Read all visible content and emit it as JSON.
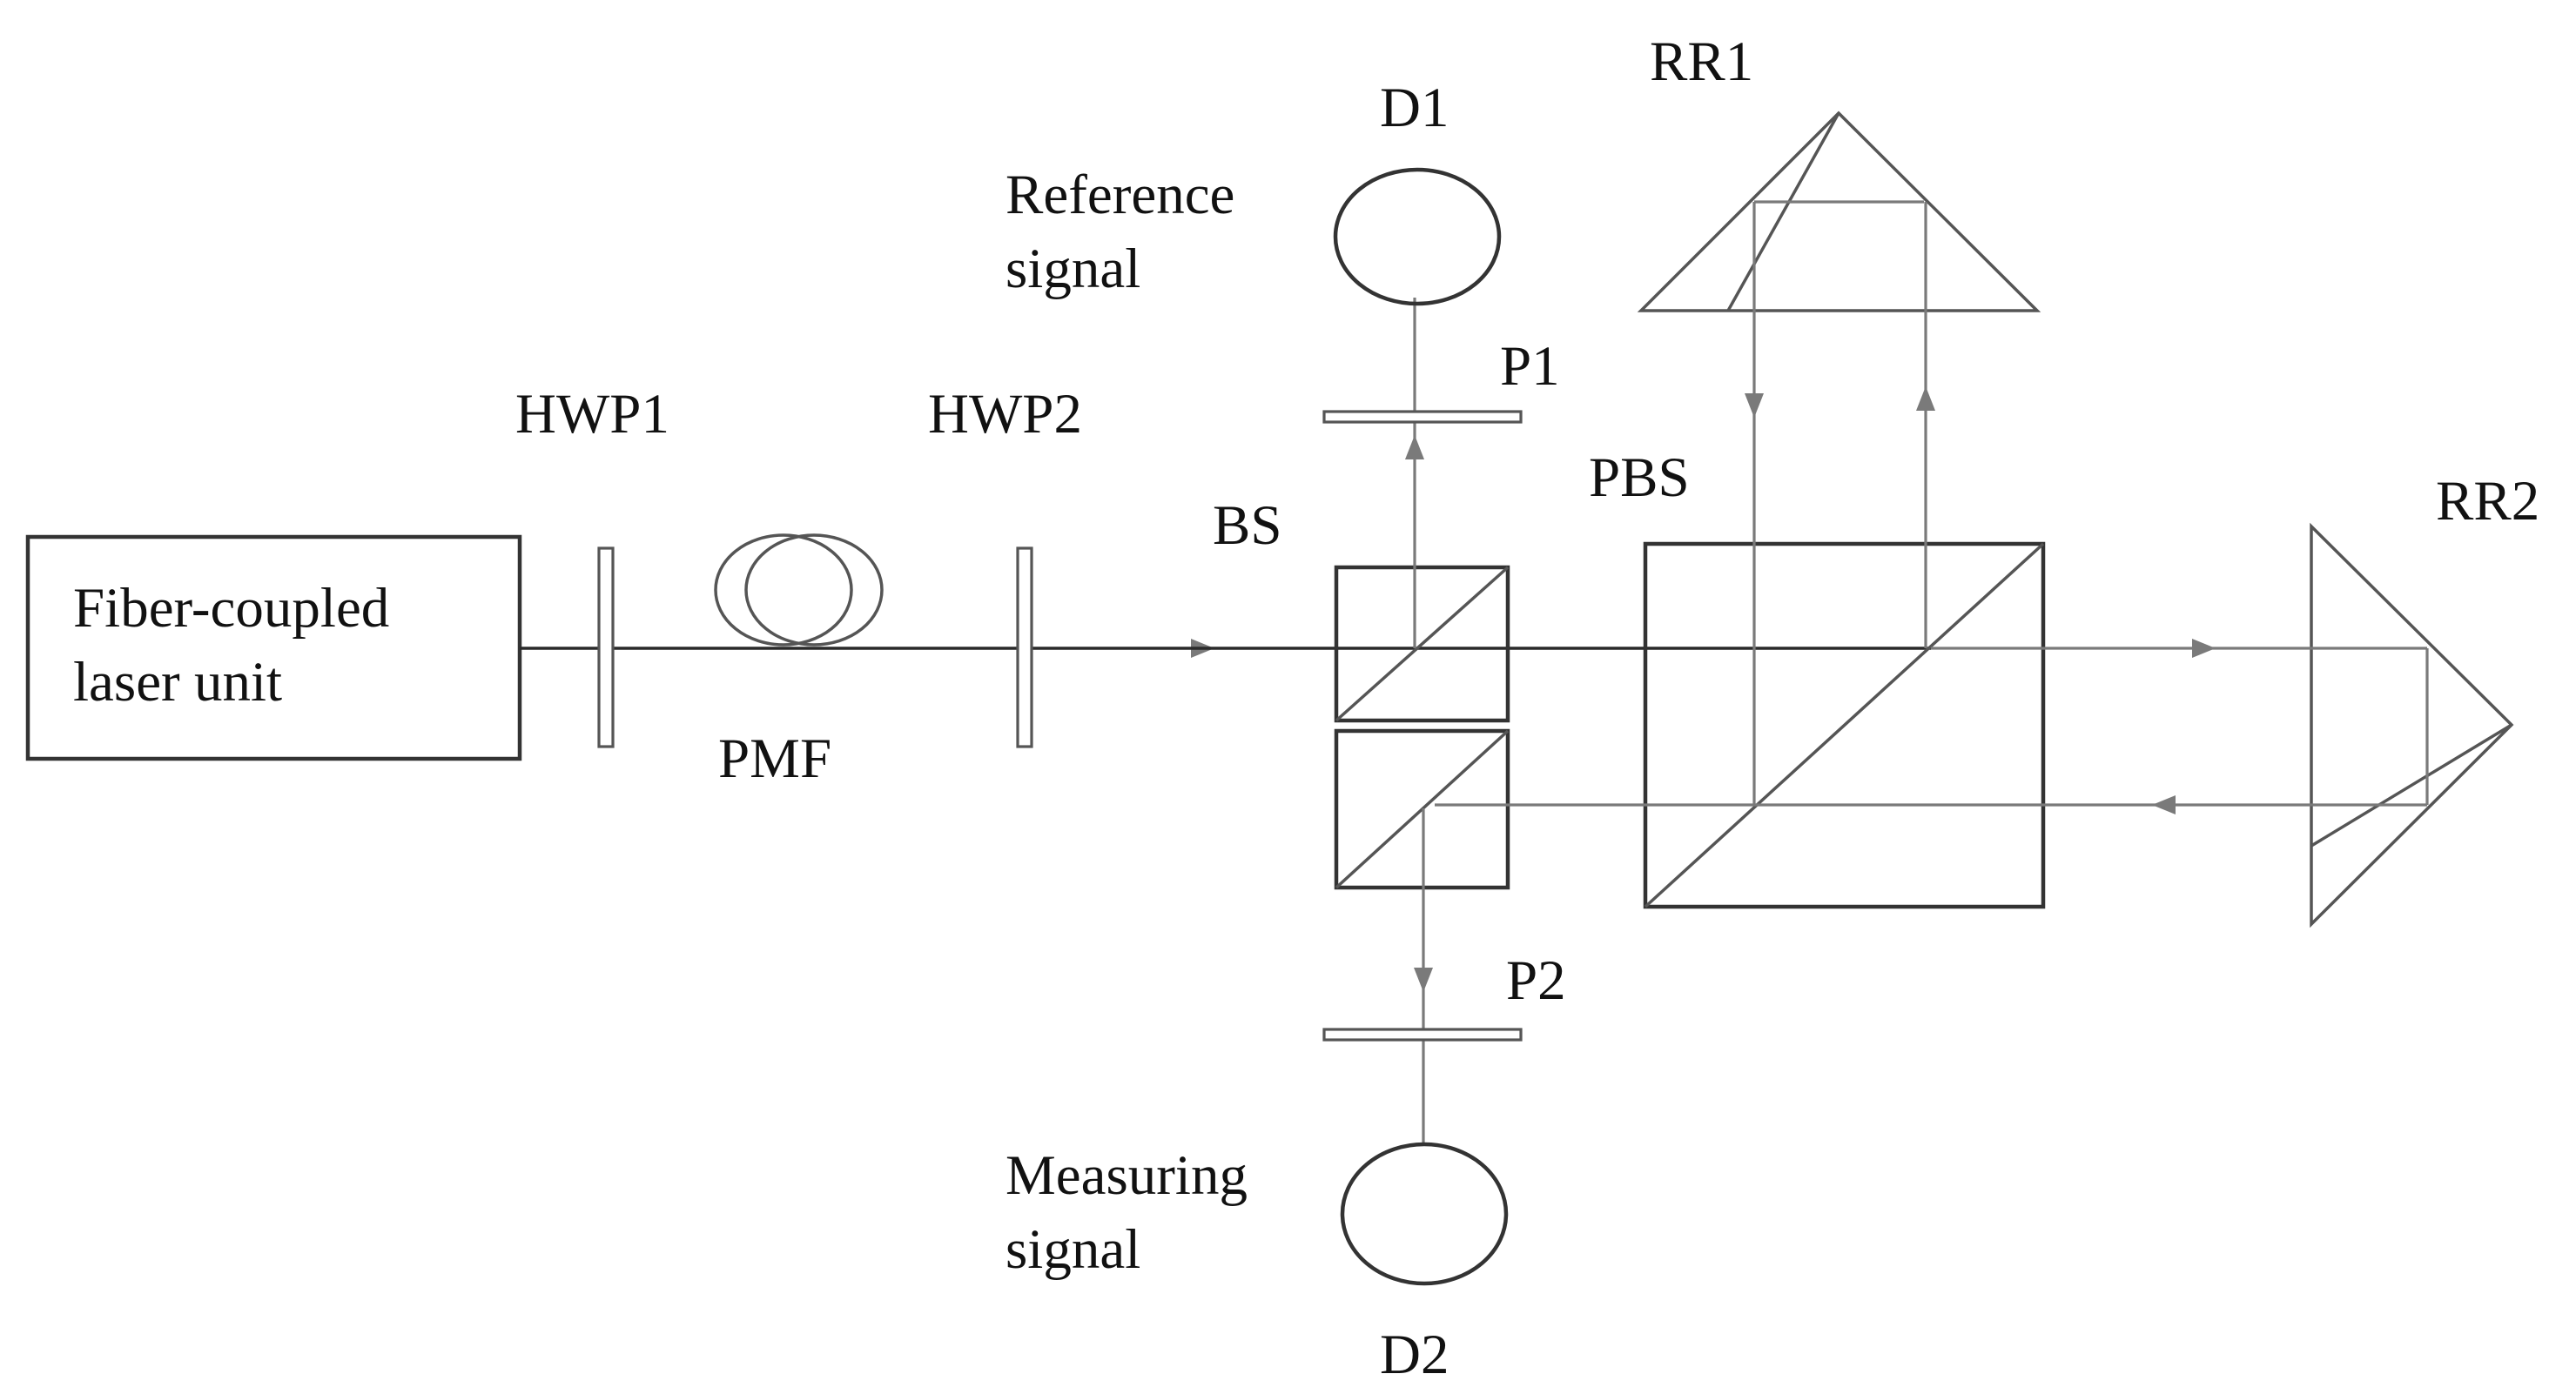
{
  "labels": {
    "laser_line1": "Fiber-coupled",
    "laser_line2": "laser unit",
    "hwp1": "HWP1",
    "hwp2": "HWP2",
    "pmf": "PMF",
    "bs": "BS",
    "pbs": "PBS",
    "rr1": "RR1",
    "rr2": "RR2",
    "d1": "D1",
    "d2": "D2",
    "p1": "P1",
    "p2": "P2",
    "reference_line1": "Reference",
    "reference_line2": "signal",
    "measuring_line1": "Measuring",
    "measuring_line2": "signal"
  },
  "colors": {
    "frame": "#333333",
    "beam": "#7a7a7a",
    "text": "#111111"
  }
}
